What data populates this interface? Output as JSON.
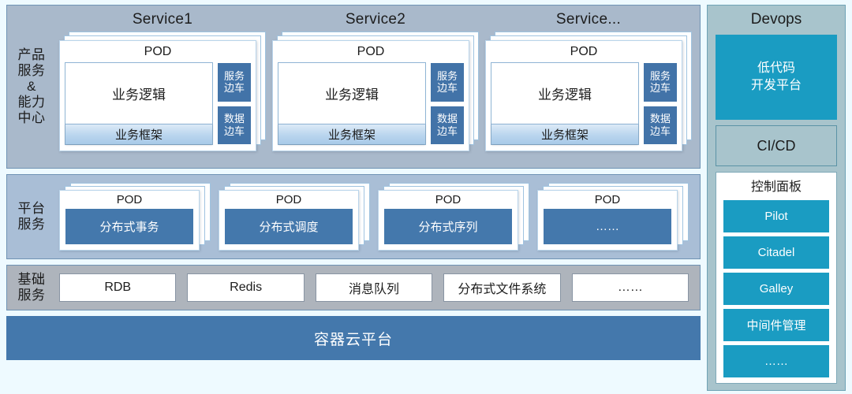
{
  "bands": {
    "product": {
      "label": "产品\n服务\n&\n能力\n中心",
      "label_lines": [
        "产品",
        "服务",
        "&",
        "能力",
        "中心"
      ],
      "services": [
        {
          "title": "Service1",
          "pod_label": "POD",
          "logic_label": "业务逻辑",
          "framework_label": "业务框架",
          "sidecars": [
            {
              "line1": "服务",
              "line2": "边车"
            },
            {
              "line1": "数据",
              "line2": "边车"
            }
          ]
        },
        {
          "title": "Service2",
          "pod_label": "POD",
          "logic_label": "业务逻辑",
          "framework_label": "业务框架",
          "sidecars": [
            {
              "line1": "服务",
              "line2": "边车"
            },
            {
              "line1": "数据",
              "line2": "边车"
            }
          ]
        },
        {
          "title": "Service...",
          "pod_label": "POD",
          "logic_label": "业务逻辑",
          "framework_label": "业务框架",
          "sidecars": [
            {
              "line1": "服务",
              "line2": "边车"
            },
            {
              "line1": "数据",
              "line2": "边车"
            }
          ]
        }
      ]
    },
    "platform": {
      "label_lines": [
        "平台",
        "服务"
      ],
      "pods": [
        {
          "pod_label": "POD",
          "service_label": "分布式事务"
        },
        {
          "pod_label": "POD",
          "service_label": "分布式调度"
        },
        {
          "pod_label": "POD",
          "service_label": "分布式序列"
        },
        {
          "pod_label": "POD",
          "service_label": "……"
        }
      ]
    },
    "infra": {
      "label_lines": [
        "基础",
        "服务"
      ],
      "items": [
        "RDB",
        "Redis",
        "消息队列",
        "分布式文件系统",
        "……"
      ]
    },
    "cloud": {
      "label": "容器云平台"
    }
  },
  "devops": {
    "title": "Devops",
    "lowcode": {
      "line1": "低代码",
      "line2": "开发平台"
    },
    "cicd_label": "CI/CD",
    "control_panel": {
      "title": "控制面板",
      "items": [
        "Pilot",
        "Citadel",
        "Galley",
        "中间件管理",
        "……"
      ]
    }
  },
  "colors": {
    "page_background": "#eefaff",
    "product_band": "#a9b9cb",
    "platform_band": "#a9bed6",
    "infra_band": "#aeb4bc",
    "steel_blue": "#4478ac",
    "sidecar_blue": "#4273a8",
    "cyan_accent": "#1a9cc2",
    "devops_panel": "#a8c4cc"
  }
}
